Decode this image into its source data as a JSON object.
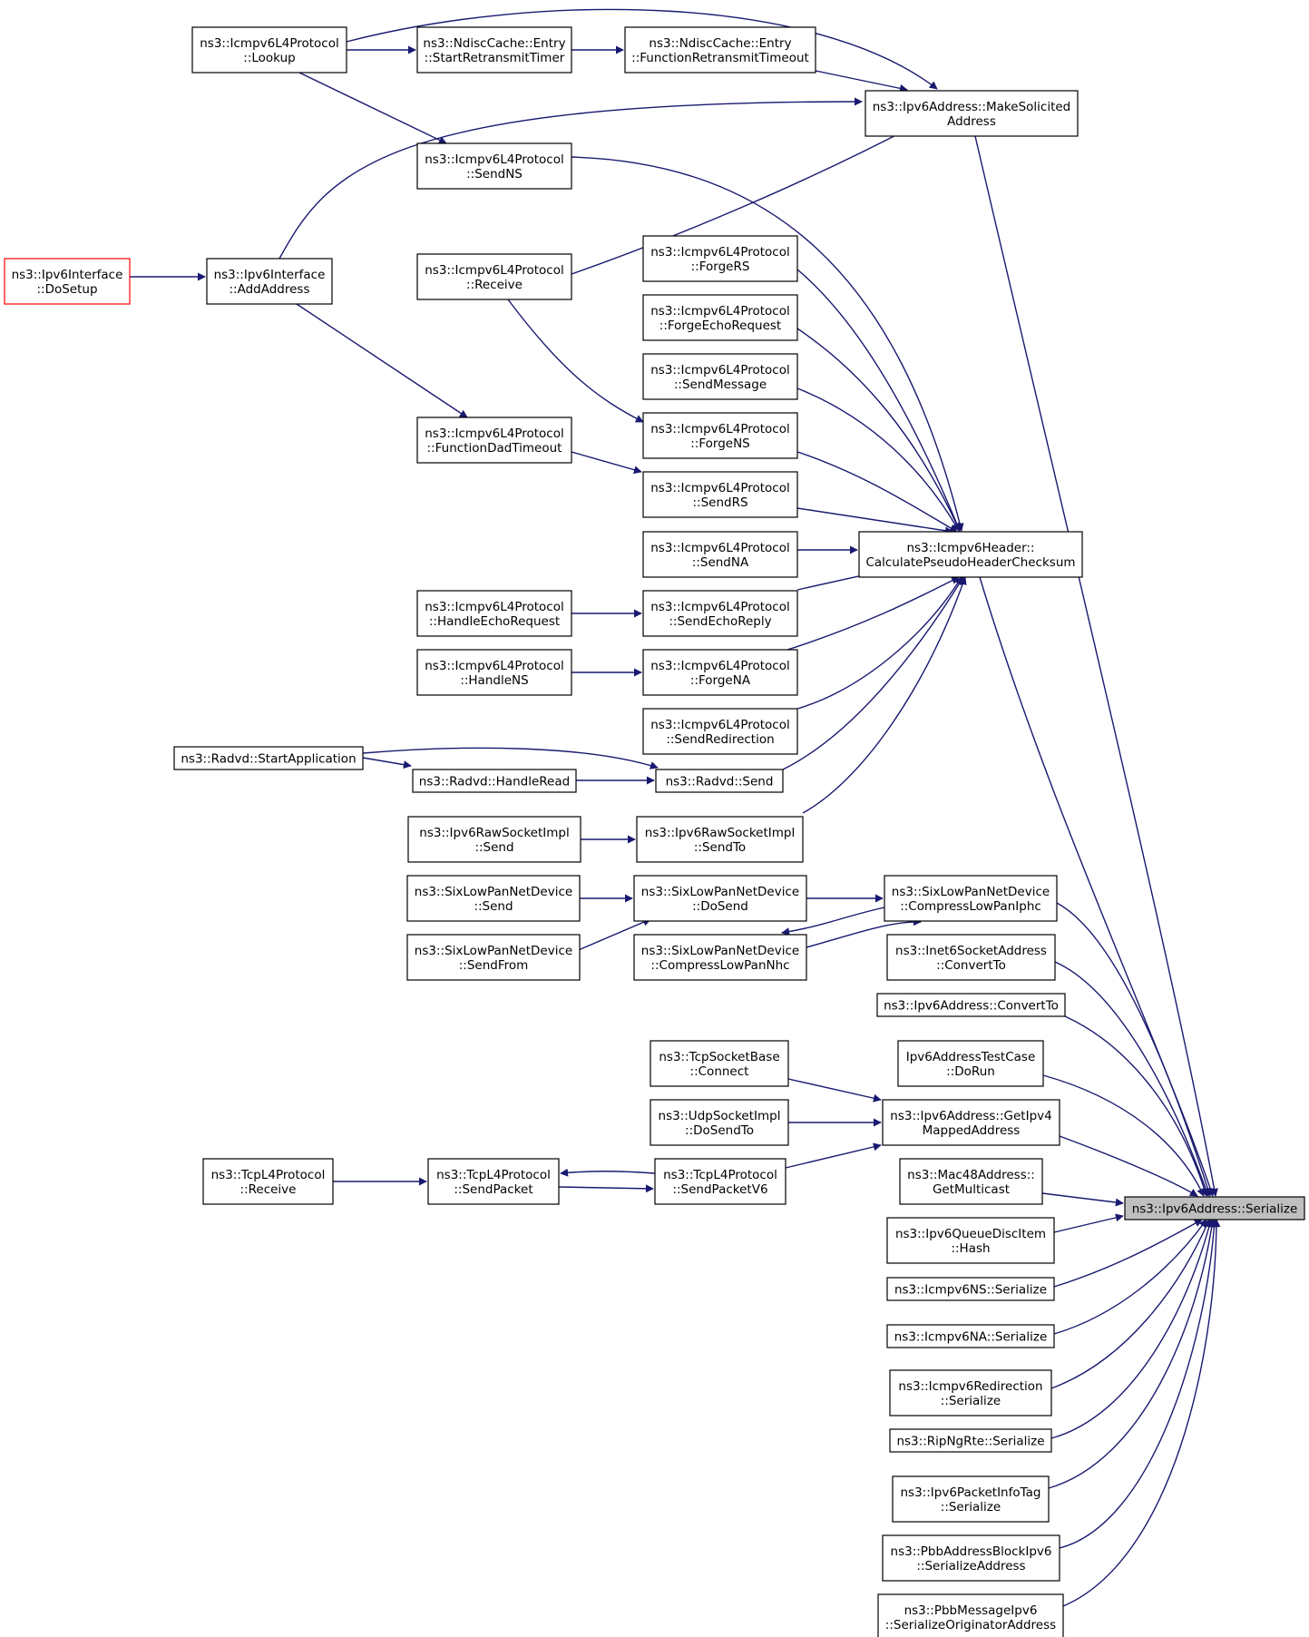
{
  "diagram": {
    "colors": {
      "edge": "#191970",
      "node_border": "#000000",
      "highlight_border": "#ff0000",
      "target_fill": "#bfbfbf",
      "node_fill": "#ffffff"
    },
    "nodes": [
      {
        "id": "lookup",
        "lines": [
          "ns3::Icmpv6L4Protocol",
          "::Lookup"
        ]
      },
      {
        "id": "startretransmit",
        "lines": [
          "ns3::NdiscCache::Entry",
          "::StartRetransmitTimer"
        ]
      },
      {
        "id": "funcretransmit",
        "lines": [
          "ns3::NdiscCache::Entry",
          "::FunctionRetransmitTimeout"
        ]
      },
      {
        "id": "makesolicited",
        "lines": [
          "ns3::Ipv6Address::MakeSolicited",
          "Address"
        ]
      },
      {
        "id": "sendns",
        "lines": [
          "ns3::Icmpv6L4Protocol",
          "::SendNS"
        ]
      },
      {
        "id": "dosetup",
        "lines": [
          "ns3::Ipv6Interface",
          "::DoSetup"
        ],
        "highlight": true
      },
      {
        "id": "addaddress",
        "lines": [
          "ns3::Ipv6Interface",
          "::AddAddress"
        ]
      },
      {
        "id": "receive",
        "lines": [
          "ns3::Icmpv6L4Protocol",
          "::Receive"
        ]
      },
      {
        "id": "forgers",
        "lines": [
          "ns3::Icmpv6L4Protocol",
          "::ForgeRS"
        ]
      },
      {
        "id": "forgeecho",
        "lines": [
          "ns3::Icmpv6L4Protocol",
          "::ForgeEchoRequest"
        ]
      },
      {
        "id": "sendmessage",
        "lines": [
          "ns3::Icmpv6L4Protocol",
          "::SendMessage"
        ]
      },
      {
        "id": "forgens",
        "lines": [
          "ns3::Icmpv6L4Protocol",
          "::ForgeNS"
        ]
      },
      {
        "id": "funcdad",
        "lines": [
          "ns3::Icmpv6L4Protocol",
          "::FunctionDadTimeout"
        ]
      },
      {
        "id": "sendrs",
        "lines": [
          "ns3::Icmpv6L4Protocol",
          "::SendRS"
        ]
      },
      {
        "id": "calcpseudo",
        "lines": [
          "ns3::Icmpv6Header::",
          "CalculatePseudoHeaderChecksum"
        ]
      },
      {
        "id": "sendna",
        "lines": [
          "ns3::Icmpv6L4Protocol",
          "::SendNA"
        ]
      },
      {
        "id": "handleecho",
        "lines": [
          "ns3::Icmpv6L4Protocol",
          "::HandleEchoRequest"
        ]
      },
      {
        "id": "sendechoreply",
        "lines": [
          "ns3::Icmpv6L4Protocol",
          "::SendEchoReply"
        ]
      },
      {
        "id": "handlens",
        "lines": [
          "ns3::Icmpv6L4Protocol",
          "::HandleNS"
        ]
      },
      {
        "id": "forgena",
        "lines": [
          "ns3::Icmpv6L4Protocol",
          "::ForgeNA"
        ]
      },
      {
        "id": "sendredirection",
        "lines": [
          "ns3::Icmpv6L4Protocol",
          "::SendRedirection"
        ]
      },
      {
        "id": "startapp",
        "lines": [
          "ns3::Radvd::StartApplication"
        ]
      },
      {
        "id": "handleread",
        "lines": [
          "ns3::Radvd::HandleRead"
        ]
      },
      {
        "id": "radvdsend",
        "lines": [
          "ns3::Radvd::Send"
        ]
      },
      {
        "id": "rawsend",
        "lines": [
          "ns3::Ipv6RawSocketImpl",
          "::Send"
        ]
      },
      {
        "id": "rawsendto",
        "lines": [
          "ns3::Ipv6RawSocketImpl",
          "::SendTo"
        ]
      },
      {
        "id": "sixsend",
        "lines": [
          "ns3::SixLowPanNetDevice",
          "::Send"
        ]
      },
      {
        "id": "sixdosend",
        "lines": [
          "ns3::SixLowPanNetDevice",
          "::DoSend"
        ]
      },
      {
        "id": "compressiphc",
        "lines": [
          "ns3::SixLowPanNetDevice",
          "::CompressLowPanIphc"
        ]
      },
      {
        "id": "sixsendfrom",
        "lines": [
          "ns3::SixLowPanNetDevice",
          "::SendFrom"
        ]
      },
      {
        "id": "compressnhc",
        "lines": [
          "ns3::SixLowPanNetDevice",
          "::CompressLowPanNhc"
        ]
      },
      {
        "id": "inet6convert",
        "lines": [
          "ns3::Inet6SocketAddress",
          "::ConvertTo"
        ]
      },
      {
        "id": "ipv6convert",
        "lines": [
          "ns3::Ipv6Address::ConvertTo"
        ]
      },
      {
        "id": "tcpconnect",
        "lines": [
          "ns3::TcpSocketBase",
          "::Connect"
        ]
      },
      {
        "id": "testcase",
        "lines": [
          "Ipv6AddressTestCase",
          "::DoRun"
        ]
      },
      {
        "id": "udpdosendto",
        "lines": [
          "ns3::UdpSocketImpl",
          "::DoSendTo"
        ]
      },
      {
        "id": "getipv4mapped",
        "lines": [
          "ns3::Ipv6Address::GetIpv4",
          "MappedAddress"
        ]
      },
      {
        "id": "tcpreceive",
        "lines": [
          "ns3::TcpL4Protocol",
          "::Receive"
        ]
      },
      {
        "id": "tcpsendpacket",
        "lines": [
          "ns3::TcpL4Protocol",
          "::SendPacket"
        ]
      },
      {
        "id": "tcpsendpacketv6",
        "lines": [
          "ns3::TcpL4Protocol",
          "::SendPacketV6"
        ]
      },
      {
        "id": "mac48",
        "lines": [
          "ns3::Mac48Address::",
          "GetMulticast"
        ]
      },
      {
        "id": "serialize",
        "lines": [
          "ns3::Ipv6Address::Serialize"
        ],
        "target": true
      },
      {
        "id": "queuedisc",
        "lines": [
          "ns3::Ipv6QueueDiscItem",
          "::Hash"
        ]
      },
      {
        "id": "nsserialize",
        "lines": [
          "ns3::Icmpv6NS::Serialize"
        ]
      },
      {
        "id": "naserialize",
        "lines": [
          "ns3::Icmpv6NA::Serialize"
        ]
      },
      {
        "id": "redirserialize",
        "lines": [
          "ns3::Icmpv6Redirection",
          "::Serialize"
        ]
      },
      {
        "id": "ripng",
        "lines": [
          "ns3::RipNgRte::Serialize"
        ]
      },
      {
        "id": "pktinfotag",
        "lines": [
          "ns3::Ipv6PacketInfoTag",
          "::Serialize"
        ]
      },
      {
        "id": "pbbblock",
        "lines": [
          "ns3::PbbAddressBlockIpv6",
          "::SerializeAddress"
        ]
      },
      {
        "id": "pbbmessage",
        "lines": [
          "ns3::PbbMessageIpv6",
          "::SerializeOriginatorAddress"
        ]
      }
    ]
  }
}
